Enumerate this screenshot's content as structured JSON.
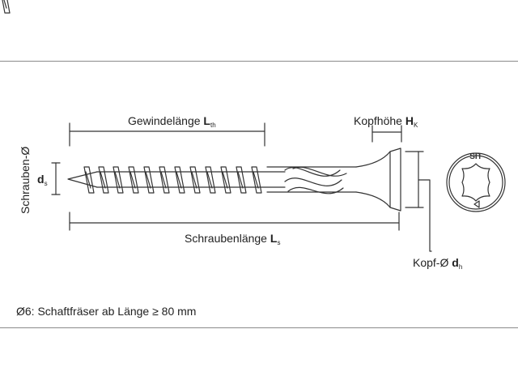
{
  "labels": {
    "thread_length": {
      "text": "Gewindelänge ",
      "symbol": "L",
      "sub": "th"
    },
    "head_height": {
      "text": "Kopfhöhe ",
      "symbol": "H",
      "sub": "K"
    },
    "screw_diameter": {
      "text": "Schrauben-Ø"
    },
    "screw_diameter_symbol": {
      "symbol": "d",
      "sub": "s"
    },
    "screw_length": {
      "text": "Schraubenlänge ",
      "symbol": "L",
      "sub": "s"
    },
    "head_diameter": {
      "text": "Kopf-Ø ",
      "symbol": "d",
      "sub": "h"
    }
  },
  "head_marking": "SIT",
  "note": "Ø6: Schaftfräser ab Länge ≥ 80 mm",
  "colors": {
    "line": "#333333",
    "frame": "#8a8a8a"
  }
}
